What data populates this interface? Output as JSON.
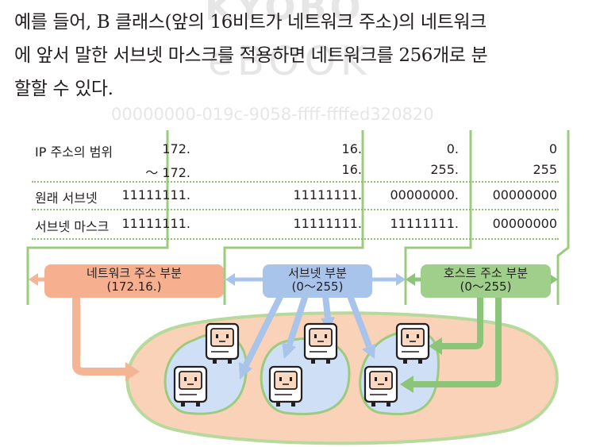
{
  "watermark": {
    "brand": "KYOBO",
    "sub": "eBOOK",
    "id": "00000000-019c-9058-ffff-ffffed320820"
  },
  "paragraph": {
    "lines": [
      "예를 들어, B 클래스(앞의 16비트가 네트워크 주소)의 네트워크",
      "에 앞서 말한 서브넷 마스크를 적용하면 네트워크를 256개로 분",
      "할할 수 있다."
    ]
  },
  "table": {
    "rows": [
      {
        "label": "IP 주소의 범위",
        "cells": [
          "172.",
          "16.",
          "0.",
          "0"
        ],
        "cells2": [
          "～ 172.",
          "16.",
          "255.",
          "255"
        ]
      },
      {
        "label": "원래 서브넷",
        "cells": [
          "11111111.",
          "11111111.",
          "00000000.",
          "00000000"
        ]
      },
      {
        "label": "서브넷 마스크",
        "cells": [
          "11111111.",
          "11111111.",
          "11111111.",
          "00000000"
        ]
      }
    ]
  },
  "segments": {
    "network": {
      "title": "네트워크 주소 부분",
      "range": "(172.16.)"
    },
    "subnet": {
      "title": "서브넷 부분",
      "range": "(0～255)"
    },
    "host": {
      "title": "호스트 주소 부분",
      "range": "(0～255)"
    }
  },
  "colors": {
    "green_line": "#9ccb7f",
    "table_dots": "#8dc26f",
    "network_box": "#f7b08f",
    "network_arrow": "#f3b594",
    "subnet_box": "#a9c4ea",
    "subnet_arrow": "#a9c4ea",
    "host_box": "#9fcf8a",
    "host_arrow": "#8cc479",
    "outer_blob_fill": "#f9d2b8",
    "outer_blob_stroke": "#b7d99c",
    "inner_blob_fill": "#cfe0f6",
    "computer_screen": "#f9d7c0"
  },
  "icons": [
    "computer-icon"
  ]
}
